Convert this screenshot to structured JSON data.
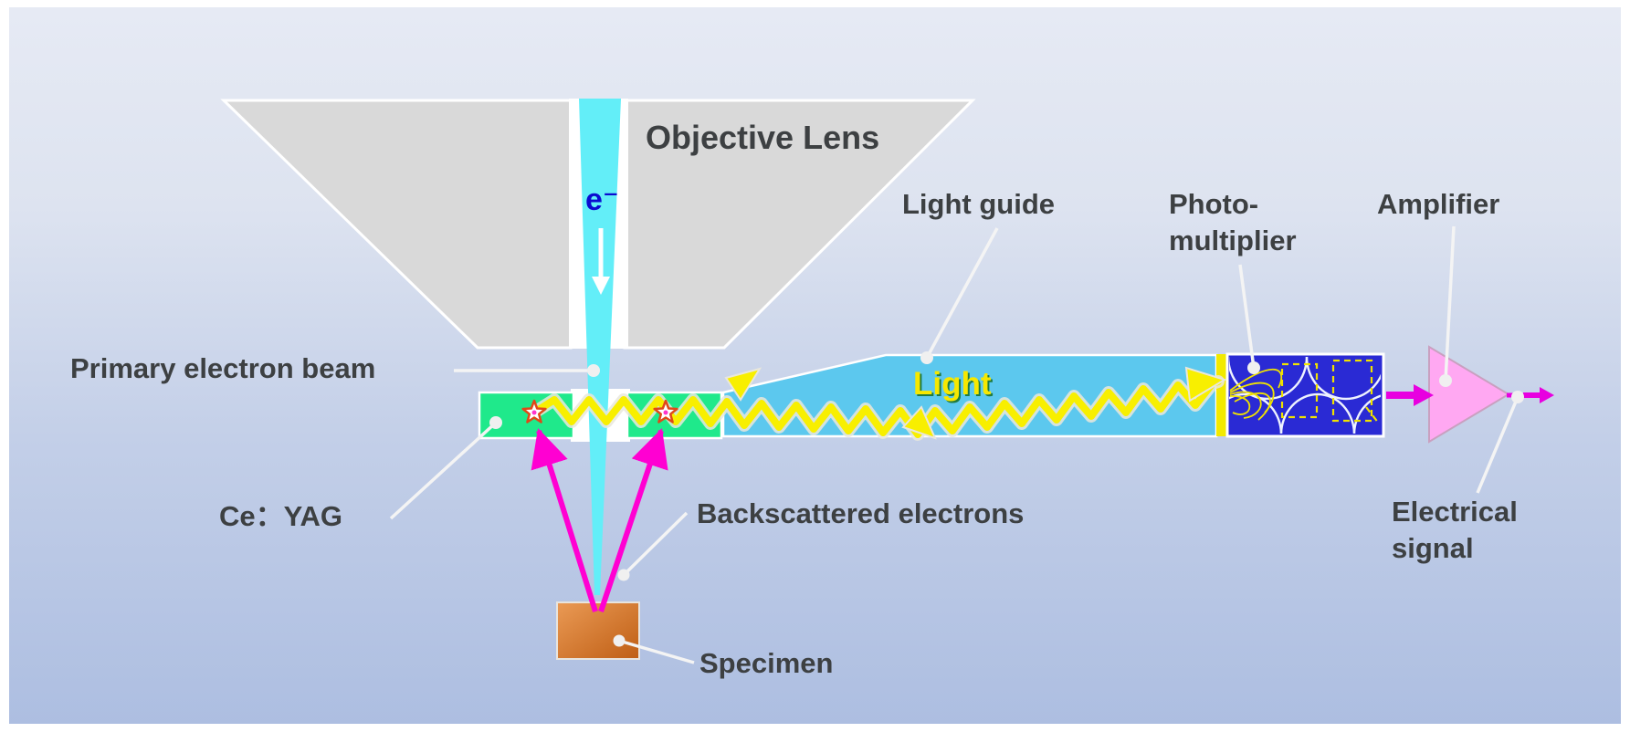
{
  "labels": {
    "objective_lens": "Objective Lens",
    "electron_symbol": "e⁻",
    "primary_electron_beam": "Primary electron beam",
    "ce_yag": "Ce：YAG",
    "light_guide": "Light guide",
    "photo_multiplier": "Photo-\nmultiplier",
    "amplifier": "Amplifier",
    "light": "Light",
    "backscattered_electrons": "Backscattered electrons",
    "specimen": "Specimen",
    "electrical_signal": "Electrical\nsignal"
  },
  "colors": {
    "background_top": "#e6eaf4",
    "background_bottom": "#adbee1",
    "lens_gray": "#d9d9d9",
    "beam_cyan": "#63eef8",
    "label_dark": "#3d4042",
    "detector_green": "#1fe98b",
    "light_guide_blue": "#5cc8ee",
    "light_yellow": "#f6e800",
    "wave_yellow": "#f8ef00",
    "pmt_blue": "#2a2ad4",
    "photocathode_yellow": "#f2ea00",
    "amplifier_pink": "#ffa8f2",
    "signal_magenta": "#e800e0",
    "bse_magenta": "#ff00d2",
    "specimen_light": "#ea9a55",
    "specimen_dark": "#bf5e14",
    "electron_blue": "#0b0bd0",
    "leader_white": "#f4f4f4"
  }
}
